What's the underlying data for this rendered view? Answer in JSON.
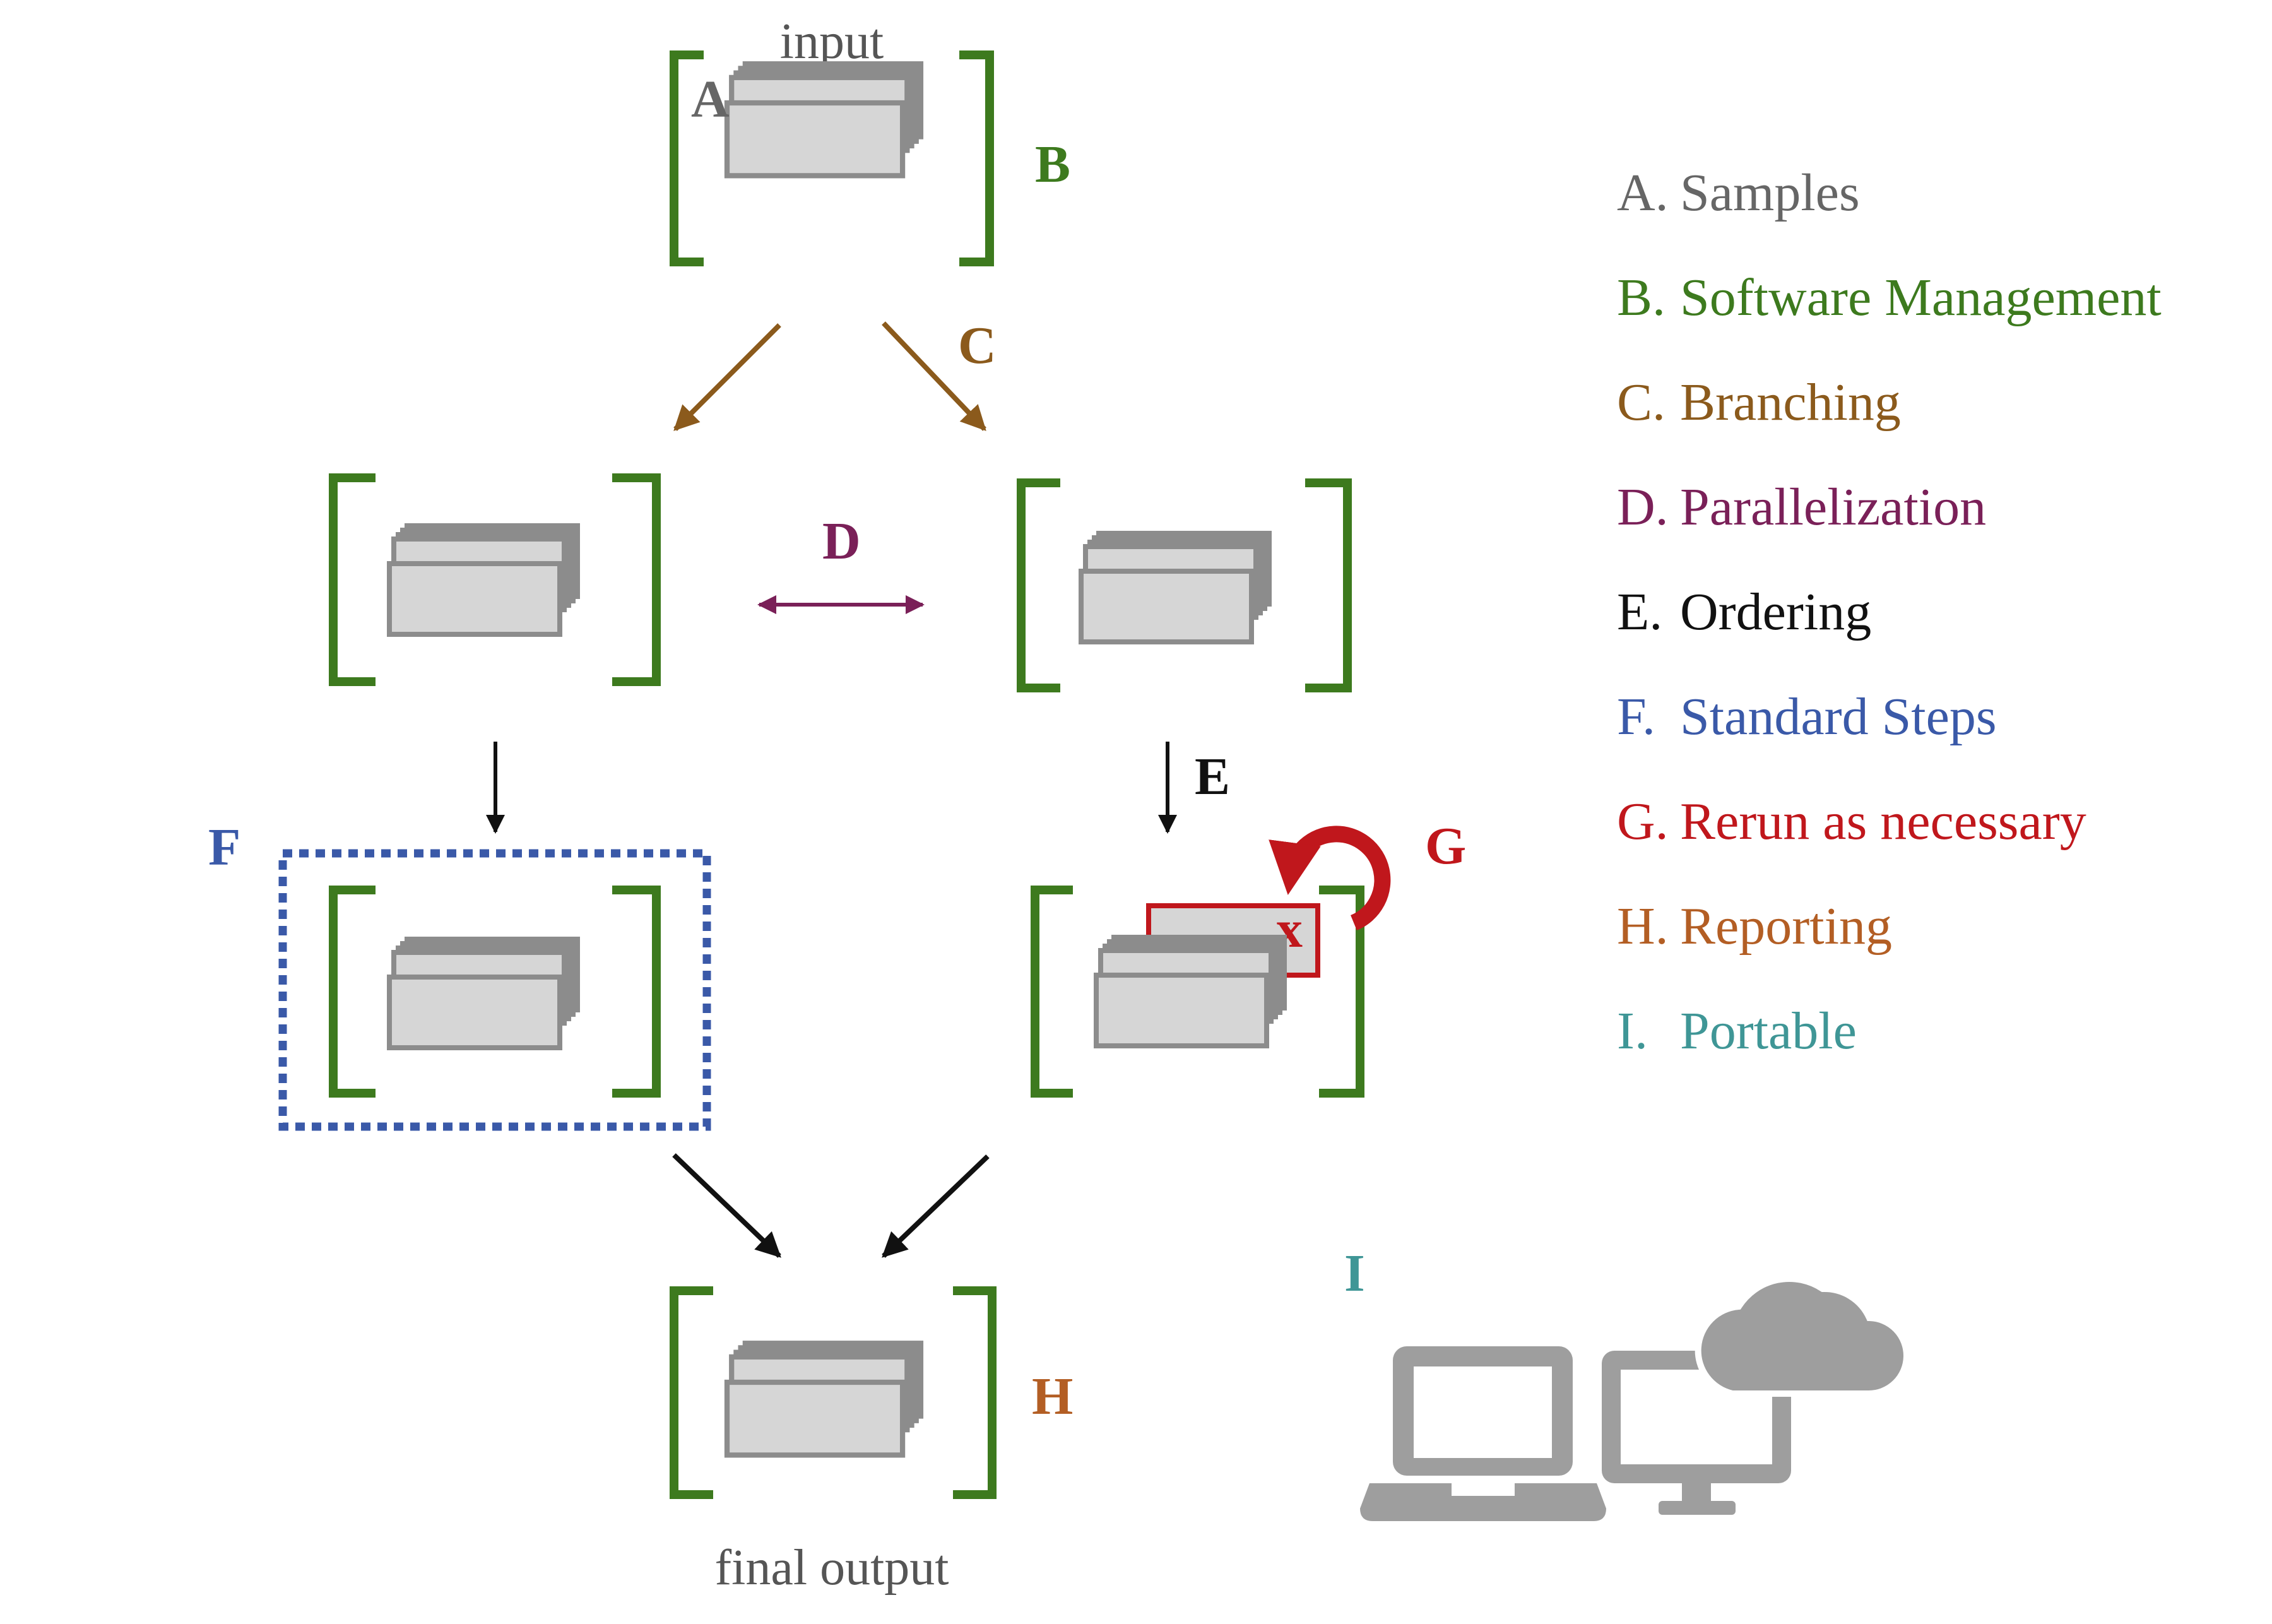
{
  "captions": {
    "input": "input",
    "final_output": "final output"
  },
  "labels": {
    "A": "A",
    "B": "B",
    "C": "C",
    "D": "D",
    "E": "E",
    "F": "F",
    "G": "G",
    "H": "H",
    "I": "I",
    "x_mark": "x"
  },
  "legend": [
    {
      "key": "A",
      "prefix": "A.",
      "text": "Samples",
      "color": "#666666"
    },
    {
      "key": "B",
      "prefix": "B.",
      "text": "Software Management",
      "color": "#3d7a1e"
    },
    {
      "key": "C",
      "prefix": "C.",
      "text": "Branching",
      "color": "#8b5a1c"
    },
    {
      "key": "D",
      "prefix": "D.",
      "text": "Parallelization",
      "color": "#7a2058"
    },
    {
      "key": "E",
      "prefix": "E.",
      "text": "Ordering",
      "color": "#111111"
    },
    {
      "key": "F",
      "prefix": "F.",
      "text": "Standard Steps",
      "color": "#3a59a8"
    },
    {
      "key": "G",
      "prefix": "G.",
      "text": "Rerun as necessary",
      "color": "#c0171c"
    },
    {
      "key": "H",
      "prefix": "H.",
      "text": "Reporting",
      "color": "#b35e24"
    },
    {
      "key": "I",
      "prefix": "I.",
      "text": "Portable",
      "color": "#3f9696"
    }
  ],
  "colors": {
    "bracket": "#3d7a1e",
    "card_fill": "#d6d6d6",
    "card_stroke": "#8c8c8c",
    "branch_arrow": "#8b5a1c",
    "parallel_arrow": "#7a2058",
    "order_arrow": "#111111",
    "standard_box": "#3a59a8",
    "rerun": "#c0171c",
    "device": "#9e9e9e",
    "label_A": "#666666",
    "label_B": "#3d7a1e",
    "label_C": "#8b5a1c",
    "label_D": "#7a2058",
    "label_E": "#111111",
    "label_F": "#3a59a8",
    "label_G": "#c0171c",
    "label_H": "#b35e24",
    "label_I": "#3f9696"
  },
  "icons": [
    "stacked-cards-icon",
    "laptop-icon",
    "desktop-monitor-icon",
    "cloud-icon",
    "rerun-loop-icon"
  ]
}
